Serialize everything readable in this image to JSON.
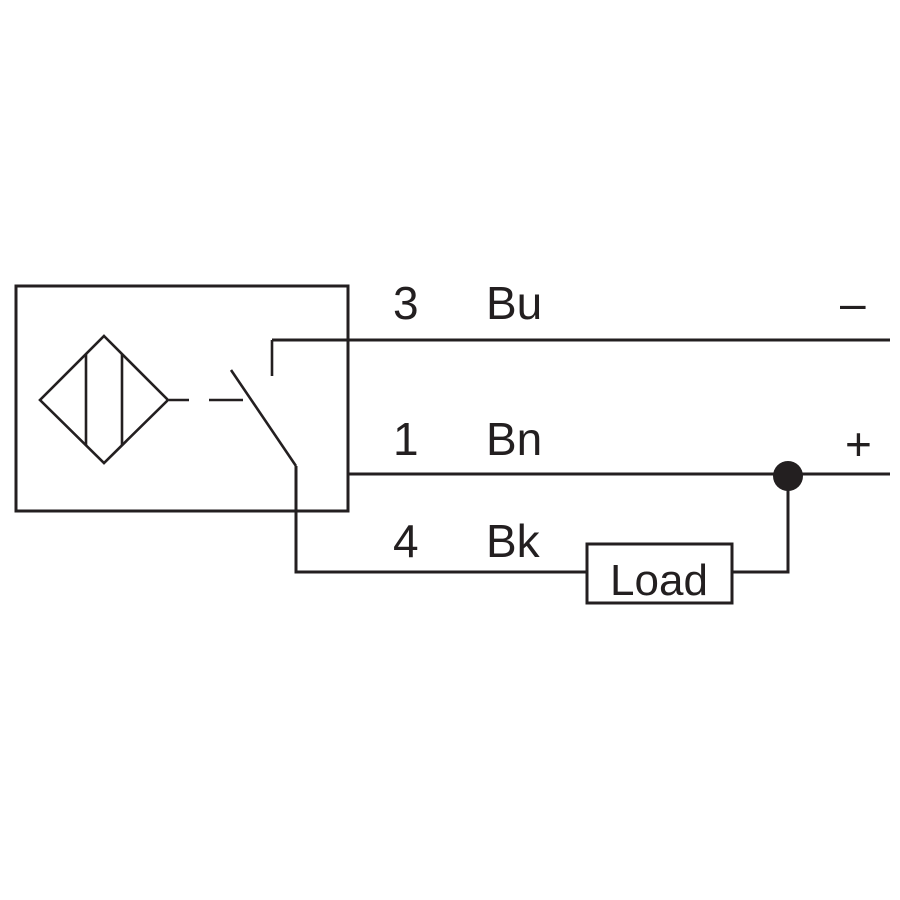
{
  "wires": [
    {
      "pin": "3",
      "color": "Bu",
      "polarity": "–"
    },
    {
      "pin": "1",
      "color": "Bn",
      "polarity": "+"
    },
    {
      "pin": "4",
      "color": "Bk",
      "polarity": ""
    }
  ],
  "load_label": "Load",
  "colors": {
    "ink": "#231f20",
    "background": "#ffffff"
  }
}
